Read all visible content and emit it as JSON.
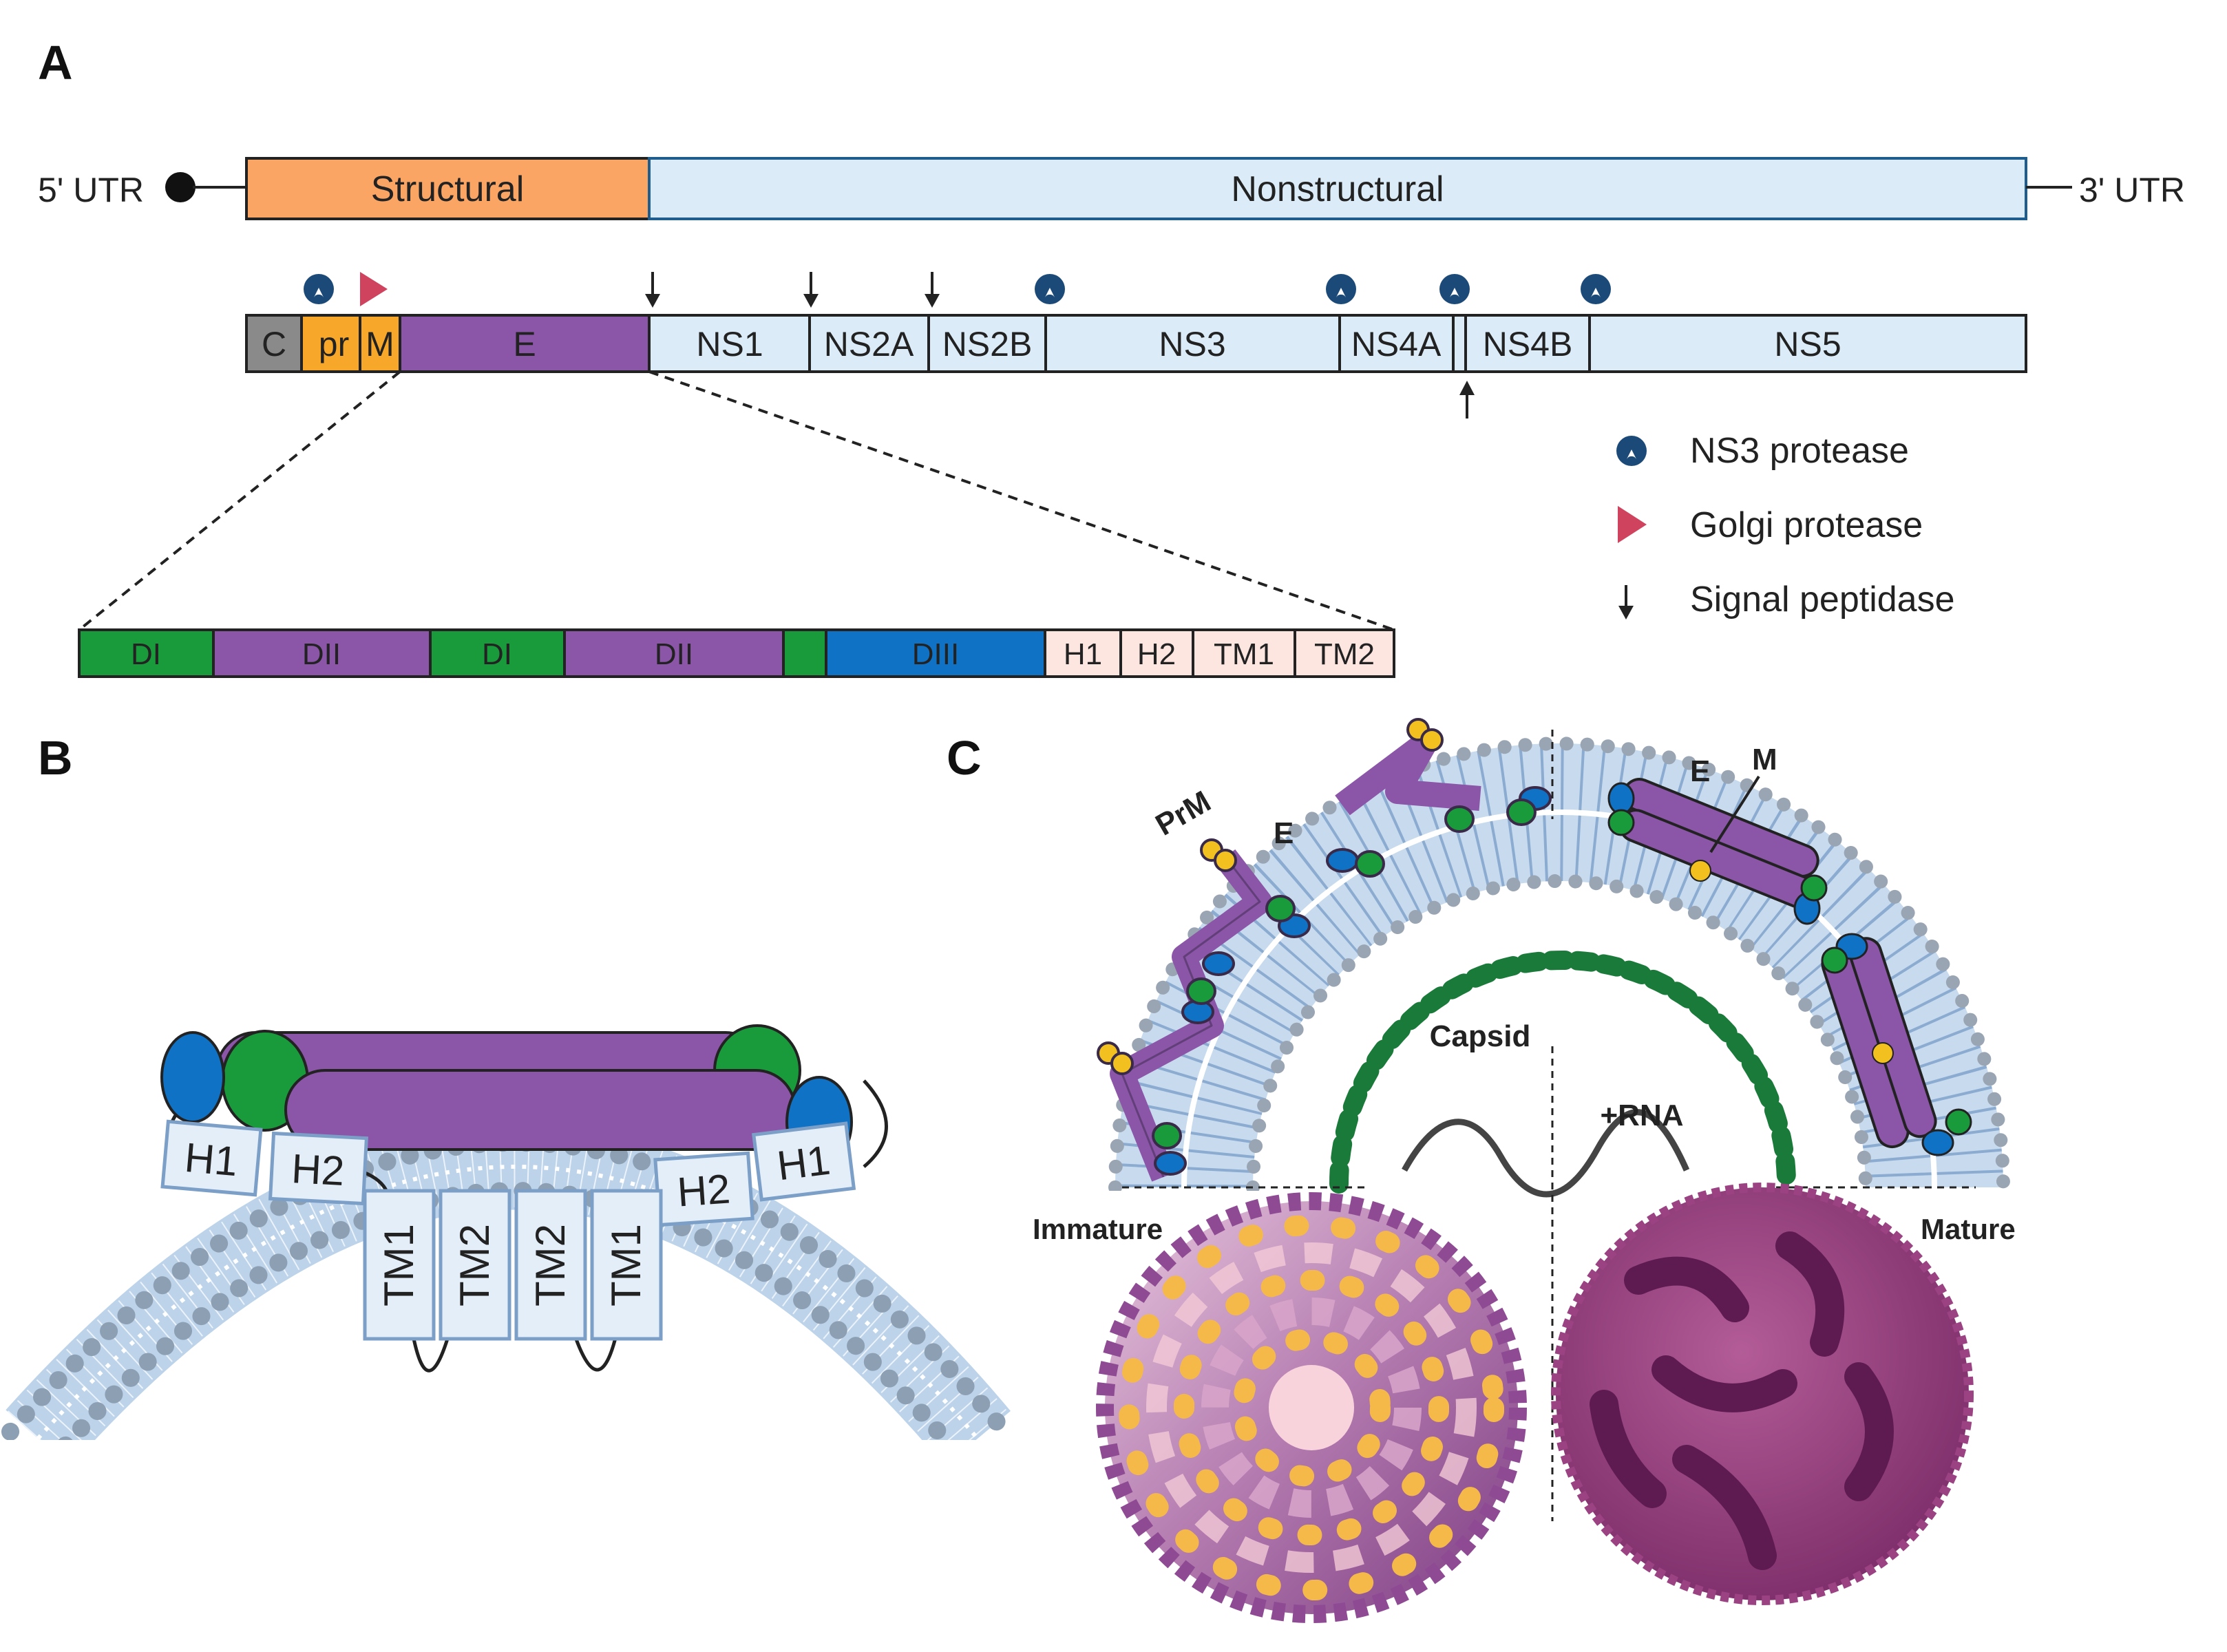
{
  "panels": {
    "a": "A",
    "b": "B",
    "c": "C"
  },
  "genome": {
    "utr5": "5' UTR",
    "utr3": "3' UTR",
    "structural": "Structural",
    "nonstructural": "Nonstructural"
  },
  "polyprotein": {
    "c": "C",
    "pr": "pr",
    "m": "M",
    "e": "E",
    "ns1": "NS1",
    "ns2a": "NS2A",
    "ns2b": "NS2B",
    "ns3": "NS3",
    "ns4a": "NS4A",
    "ns4b": "NS4B",
    "ns5": "NS5"
  },
  "legend": {
    "ns3_protease": "NS3 protease",
    "golgi_protease": "Golgi protease",
    "signal_peptidase": "Signal peptidase"
  },
  "e_protein": {
    "di_1": "DI",
    "dii_1": "DII",
    "di_2": "DI",
    "dii_2": "DII",
    "diii": "DIII",
    "h1": "H1",
    "h2": "H2",
    "tm1": "TM1",
    "tm2": "TM2"
  },
  "dimer": {
    "h1_left": "H1",
    "h2_left": "H2",
    "h2_right": "H2",
    "h1_right": "H1",
    "tm1_a": "TM1",
    "tm2_a": "TM2",
    "tm2_b": "TM2",
    "tm1_b": "TM1"
  },
  "virion": {
    "prm": "PrM",
    "e_left": "E",
    "e_right": "E",
    "m": "M",
    "capsid": "Capsid",
    "rna": "+RNA",
    "immature": "Immature",
    "mature": "Mature"
  },
  "colors": {
    "structural": "#fba565",
    "nonstructural": "#dbecf8",
    "capsid_c": "#8a8a8a",
    "prm": "#f7a72a",
    "e": "#8b55a8",
    "di": "#199b3c",
    "diii": "#0f72c5",
    "stem": "#fde5e0",
    "ns3": "#1c4a78",
    "golgi": "#d0435f",
    "tm_box": "#e4eef8"
  }
}
